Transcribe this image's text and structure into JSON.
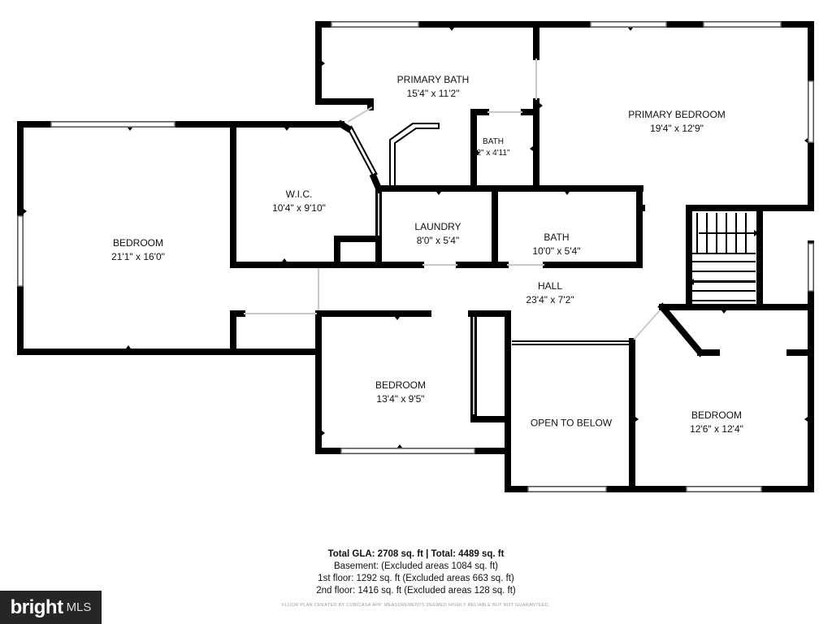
{
  "rooms": {
    "primary_bath": {
      "name": "PRIMARY BATH",
      "dims": "15'4\" x 11'2\""
    },
    "primary_bedroom": {
      "name": "PRIMARY BEDROOM",
      "dims": "19'4\" x 12'9\""
    },
    "bath_small": {
      "name": "BATH",
      "dims": "2\" x 4'11\""
    },
    "bedroom_left": {
      "name": "BEDROOM",
      "dims": "21'1\" x 16'0\""
    },
    "wic": {
      "name": "W.I.C.",
      "dims": "10'4\" x 9'10\""
    },
    "laundry": {
      "name": "LAUNDRY",
      "dims": "8'0\" x 5'4\""
    },
    "bath": {
      "name": "BATH",
      "dims": "10'0\" x 5'4\""
    },
    "hall": {
      "name": "HALL",
      "dims": "23'4\" x 7'2\""
    },
    "bedroom_center": {
      "name": "BEDROOM",
      "dims": "13'4\" x 9'5\""
    },
    "open_to_below": {
      "name": "OPEN TO BELOW",
      "dims": ""
    },
    "bedroom_right": {
      "name": "BEDROOM",
      "dims": "12'6\" x 12'4\""
    }
  },
  "summary": {
    "total": "Total GLA: 2708 sq. ft | Total: 4489 sq. ft",
    "basement": "Basement: (Excluded areas 1084 sq. ft)",
    "first_floor": "1st floor: 1292 sq. ft (Excluded areas 663 sq. ft)",
    "second_floor": "2nd floor: 1416 sq. ft (Excluded areas 128 sq. ft)"
  },
  "disclaimer": "FLOOR PLAN CREATED BY CUBICASA APP. MEASUREMENTS DEEMED HIGHLY RELIABLE BUT NOT GUARANTEED.",
  "logo": {
    "brand": "bright",
    "suffix": "MLS"
  }
}
